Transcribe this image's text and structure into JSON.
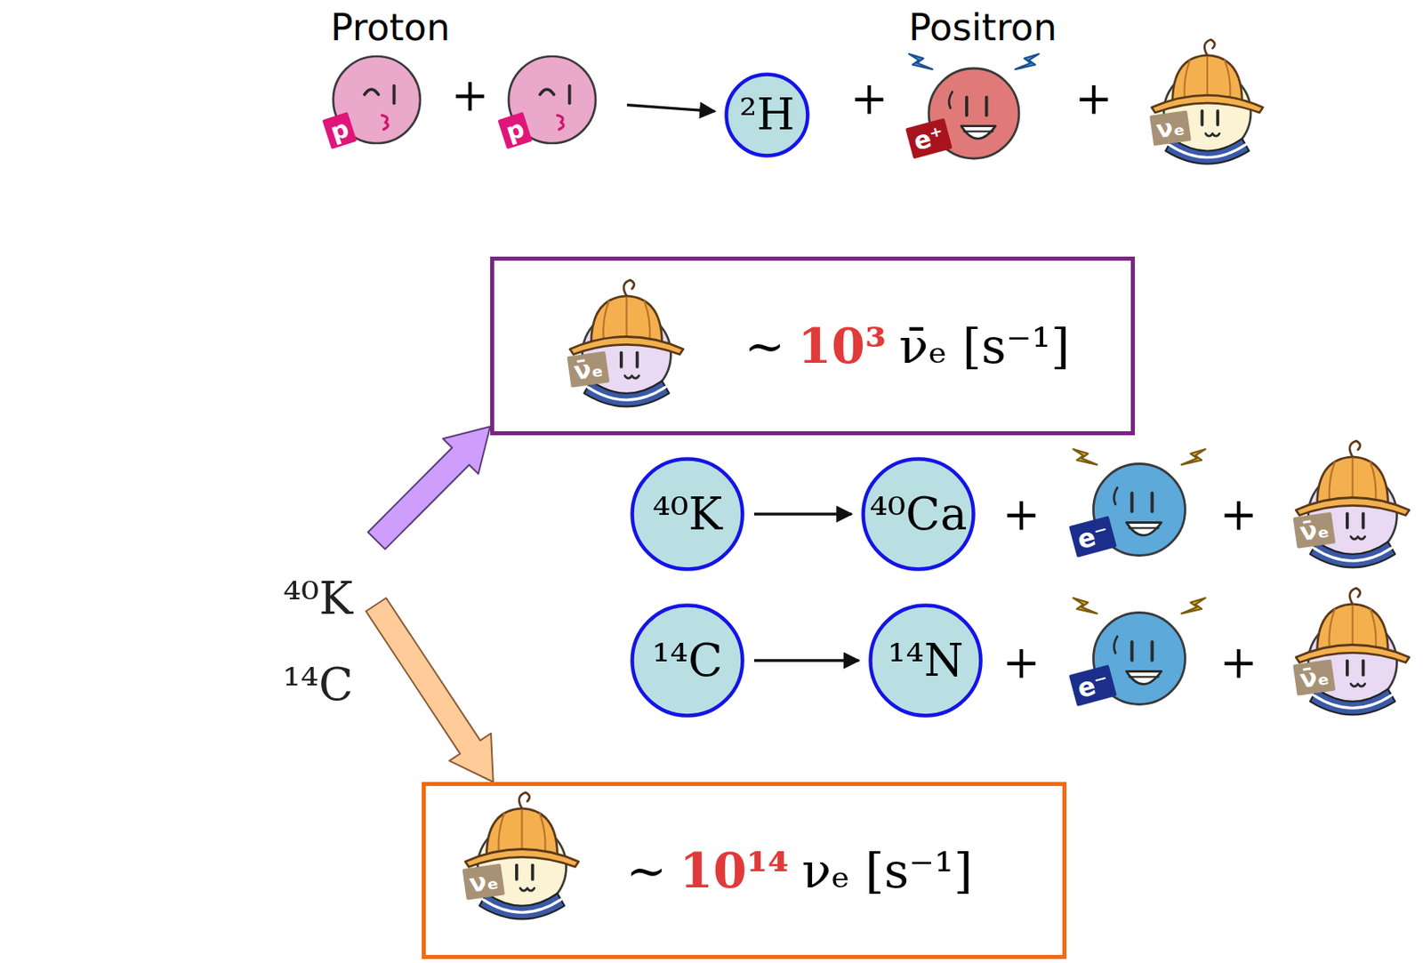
{
  "diagram": {
    "nodes": [
      {
        "text": [
          "Proton",
          "p"
        ]
      },
      {
        "text": [
          "p"
        ]
      },
      {
        "text": [
          "²H"
        ]
      },
      {
        "text": [
          "Positron",
          "e⁺"
        ]
      },
      {
        "text": [
          "νₑ"
        ]
      },
      {
        "text": [
          "∼",
          "10³",
          "ν̄ₑ [s⁻¹]"
        ]
      },
      {
        "text": [
          "ν̄ₑ"
        ],
        "in": 5
      },
      {
        "text": [
          "⁴⁰K"
        ]
      },
      {
        "text": [
          "⁴⁰Ca"
        ]
      },
      {
        "text": [
          "e⁻"
        ]
      },
      {
        "text": [
          "ν̄ₑ"
        ]
      },
      {
        "text": [
          "¹⁴C"
        ]
      },
      {
        "text": [
          "¹⁴N"
        ]
      },
      {
        "text": [
          "e⁻"
        ]
      },
      {
        "text": [
          "ν̄ₑ"
        ]
      },
      {
        "text": [
          "⁴⁰K",
          "¹⁴C"
        ]
      },
      {
        "text": [
          "∼",
          "10¹⁴",
          "νₑ [s⁻¹]"
        ]
      },
      {
        "text": [
          "νₑ"
        ],
        "in": 16
      }
    ],
    "edges": [
      {
        "from": 1,
        "to": 2,
        "arrow": "to"
      },
      {
        "from": 15,
        "to": 5,
        "arrow": "to"
      },
      {
        "from": 7,
        "to": 8,
        "arrow": "to"
      },
      {
        "from": 11,
        "to": 12,
        "arrow": "to"
      },
      {
        "from": 15,
        "to": 16,
        "arrow": "to"
      }
    ],
    "labels": [
      "+",
      "+",
      "+",
      "+",
      "+",
      "+",
      "+"
    ]
  }
}
